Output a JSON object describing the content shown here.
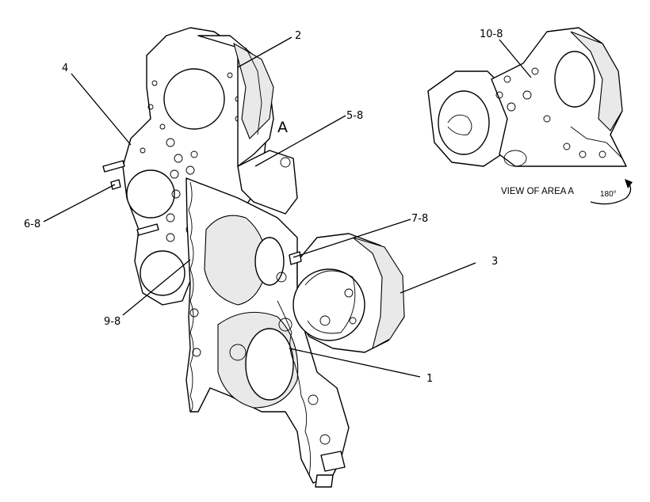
{
  "callouts": {
    "c1": "1",
    "c2": "2",
    "c3": "3",
    "c4": "4",
    "c5_8": "5-8",
    "c6_8": "6-8",
    "c7_8": "7-8",
    "c9_8": "9-8",
    "c10_8": "10-8",
    "area": "A"
  },
  "detail": {
    "view_label": "VIEW OF AREA A",
    "rotation": "180°"
  }
}
